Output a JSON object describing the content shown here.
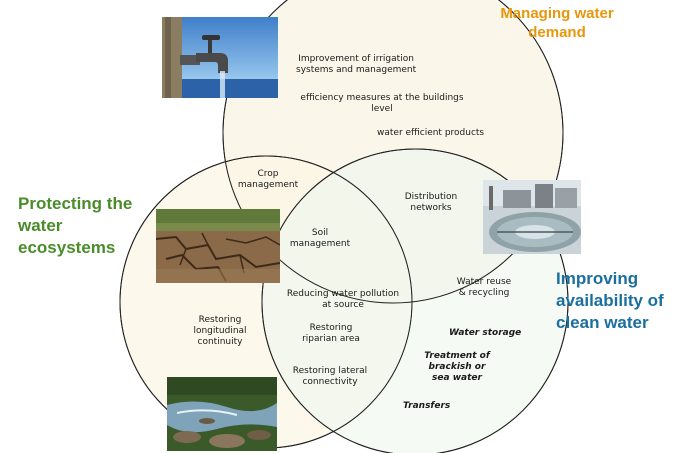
{
  "titles": {
    "managing": [
      "Managing water",
      "demand"
    ],
    "protecting": [
      "Protecting the",
      "water",
      "ecosystems"
    ],
    "improving": [
      "Improving",
      "availability of",
      "clean water"
    ]
  },
  "top_circle": {
    "irrigation": [
      "Improvement of irrigation",
      "systems and management"
    ],
    "buildings": [
      "efficiency measures at the buildings",
      "level"
    ],
    "products": "water efficient products"
  },
  "overlaps": {
    "crop": [
      "Crop",
      "management"
    ],
    "distribution": [
      "Distribution",
      "networks"
    ],
    "soil": [
      "Soil",
      "management"
    ],
    "pollution": [
      "Reducing water pollution",
      "at source"
    ],
    "riparian": [
      "Restoring",
      "riparian area"
    ],
    "lateral": [
      "Restoring lateral",
      "connectivity"
    ]
  },
  "left_circle": {
    "longitudinal": [
      "Restoring",
      "longitudinal",
      "continuity"
    ]
  },
  "right_circle": {
    "reuse": [
      "Water reuse",
      "& recycling"
    ],
    "storage": "Water storage",
    "treatment": [
      "Treatment of",
      "brackish or",
      "sea water"
    ],
    "transfers": "Transfers"
  },
  "icons": {
    "tap": "water-tap-photo",
    "cracked_soil": "cracked-soil-photo",
    "treatment_plant": "water-treatment-plant-photo",
    "stream": "river-stream-photo"
  },
  "colors": {
    "managing": "#e8960c",
    "protecting": "#4a8c2a",
    "improving": "#1a6f9e",
    "top_fill": "#fbf6ea",
    "left_fill": "#fbf5e4",
    "right_fill": "#eef6ee",
    "outline": "#222222"
  }
}
